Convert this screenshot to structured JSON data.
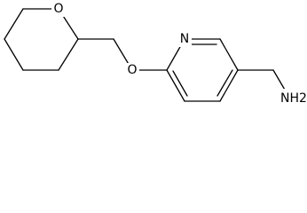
{
  "molecule": {
    "atoms": {
      "ring_oxygen": "O",
      "ether_oxygen": "O",
      "pyridine_nitrogen": "N",
      "amine": "NH2"
    }
  }
}
